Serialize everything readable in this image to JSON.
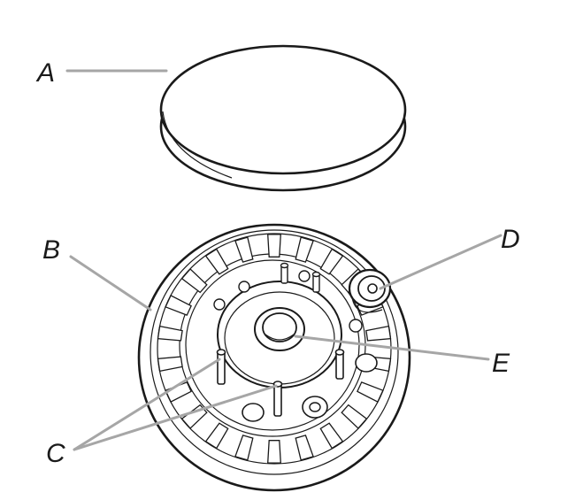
{
  "labels": {
    "a": "A",
    "b": "B",
    "c": "C",
    "d": "D",
    "e": "E"
  },
  "colors": {
    "line": "#1a1a1a",
    "leader": "#a6a6a6",
    "background": "#ffffff"
  }
}
